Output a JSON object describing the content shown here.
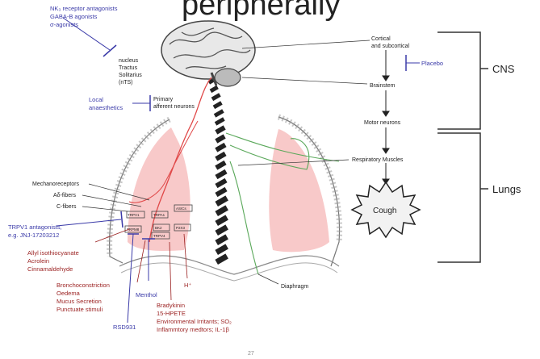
{
  "slide": {
    "title_partial": "peripherally",
    "page_number": "27"
  },
  "drug_labels": {
    "nk3_line1": "NK₃ receptor antagonists",
    "nk3_line2": "GABA-B agonists",
    "nk3_line3": "σ-agonists",
    "local_line1": "Local",
    "local_line2": "anaesthetics",
    "placebo": "Placebo",
    "trpv1_line1": "TRPV1 antagonists,",
    "trpv1_line2": "e.g. JNJ-17203212",
    "menthol": "Menthol",
    "rsd931": "RSD931"
  },
  "neuro_labels": {
    "nts_line1": "nucleus",
    "nts_line2": "Tractus",
    "nts_line3": "Solitarius",
    "nts_line4": "(nTS)",
    "primary_line1": "Primary",
    "primary_line2": "afferent neurons",
    "cortical_line1": "Cortical",
    "cortical_line2": "and subcortical",
    "brainstem": "Brainstem",
    "motor_neurons": "Motor neurons",
    "respiratory_muscles": "Respiratory Muscles",
    "cough": "Cough",
    "diaphragm": "Diaphragm",
    "mechanoreceptors": "Mechanoreceptors",
    "adelta_fibers": "Aδ-fibers",
    "c_fibers": "C-fibers"
  },
  "receptor_labels": {
    "trpv1": "TRPV1",
    "trpa1": "TRPA1",
    "trpm8": "TRPM8",
    "asics": "ASICs",
    "bk2": "BK2",
    "trpv4": "TRPV4",
    "p2x3": "P2X3"
  },
  "stimuli": {
    "group1_line1": "Allyl isothiocyanate",
    "group1_line2": "Acrolein",
    "group1_line3": "Cinnamaldehyde",
    "group2_line1": "Bronchoconstriction",
    "group2_line2": "Oedema",
    "group2_line3": "Mucus Secretion",
    "group2_line4": "Punctuate stimuli",
    "proton": "H⁺",
    "group3_line1": "Bradykinin",
    "group3_line2": "15-HPETE",
    "group3_line3": "Environmental Irritants; SO₂",
    "group3_line4": "Inflammtory medtors; IL-1β"
  },
  "regions": {
    "cns": "CNS",
    "lungs": "Lungs"
  },
  "colors": {
    "drug_text": "#3a3aa8",
    "stimulus_text": "#9a1f1f",
    "lung_fill": "#f8c9c9",
    "nerve_red": "#e04848",
    "nerve_green": "#5aa85a"
  }
}
